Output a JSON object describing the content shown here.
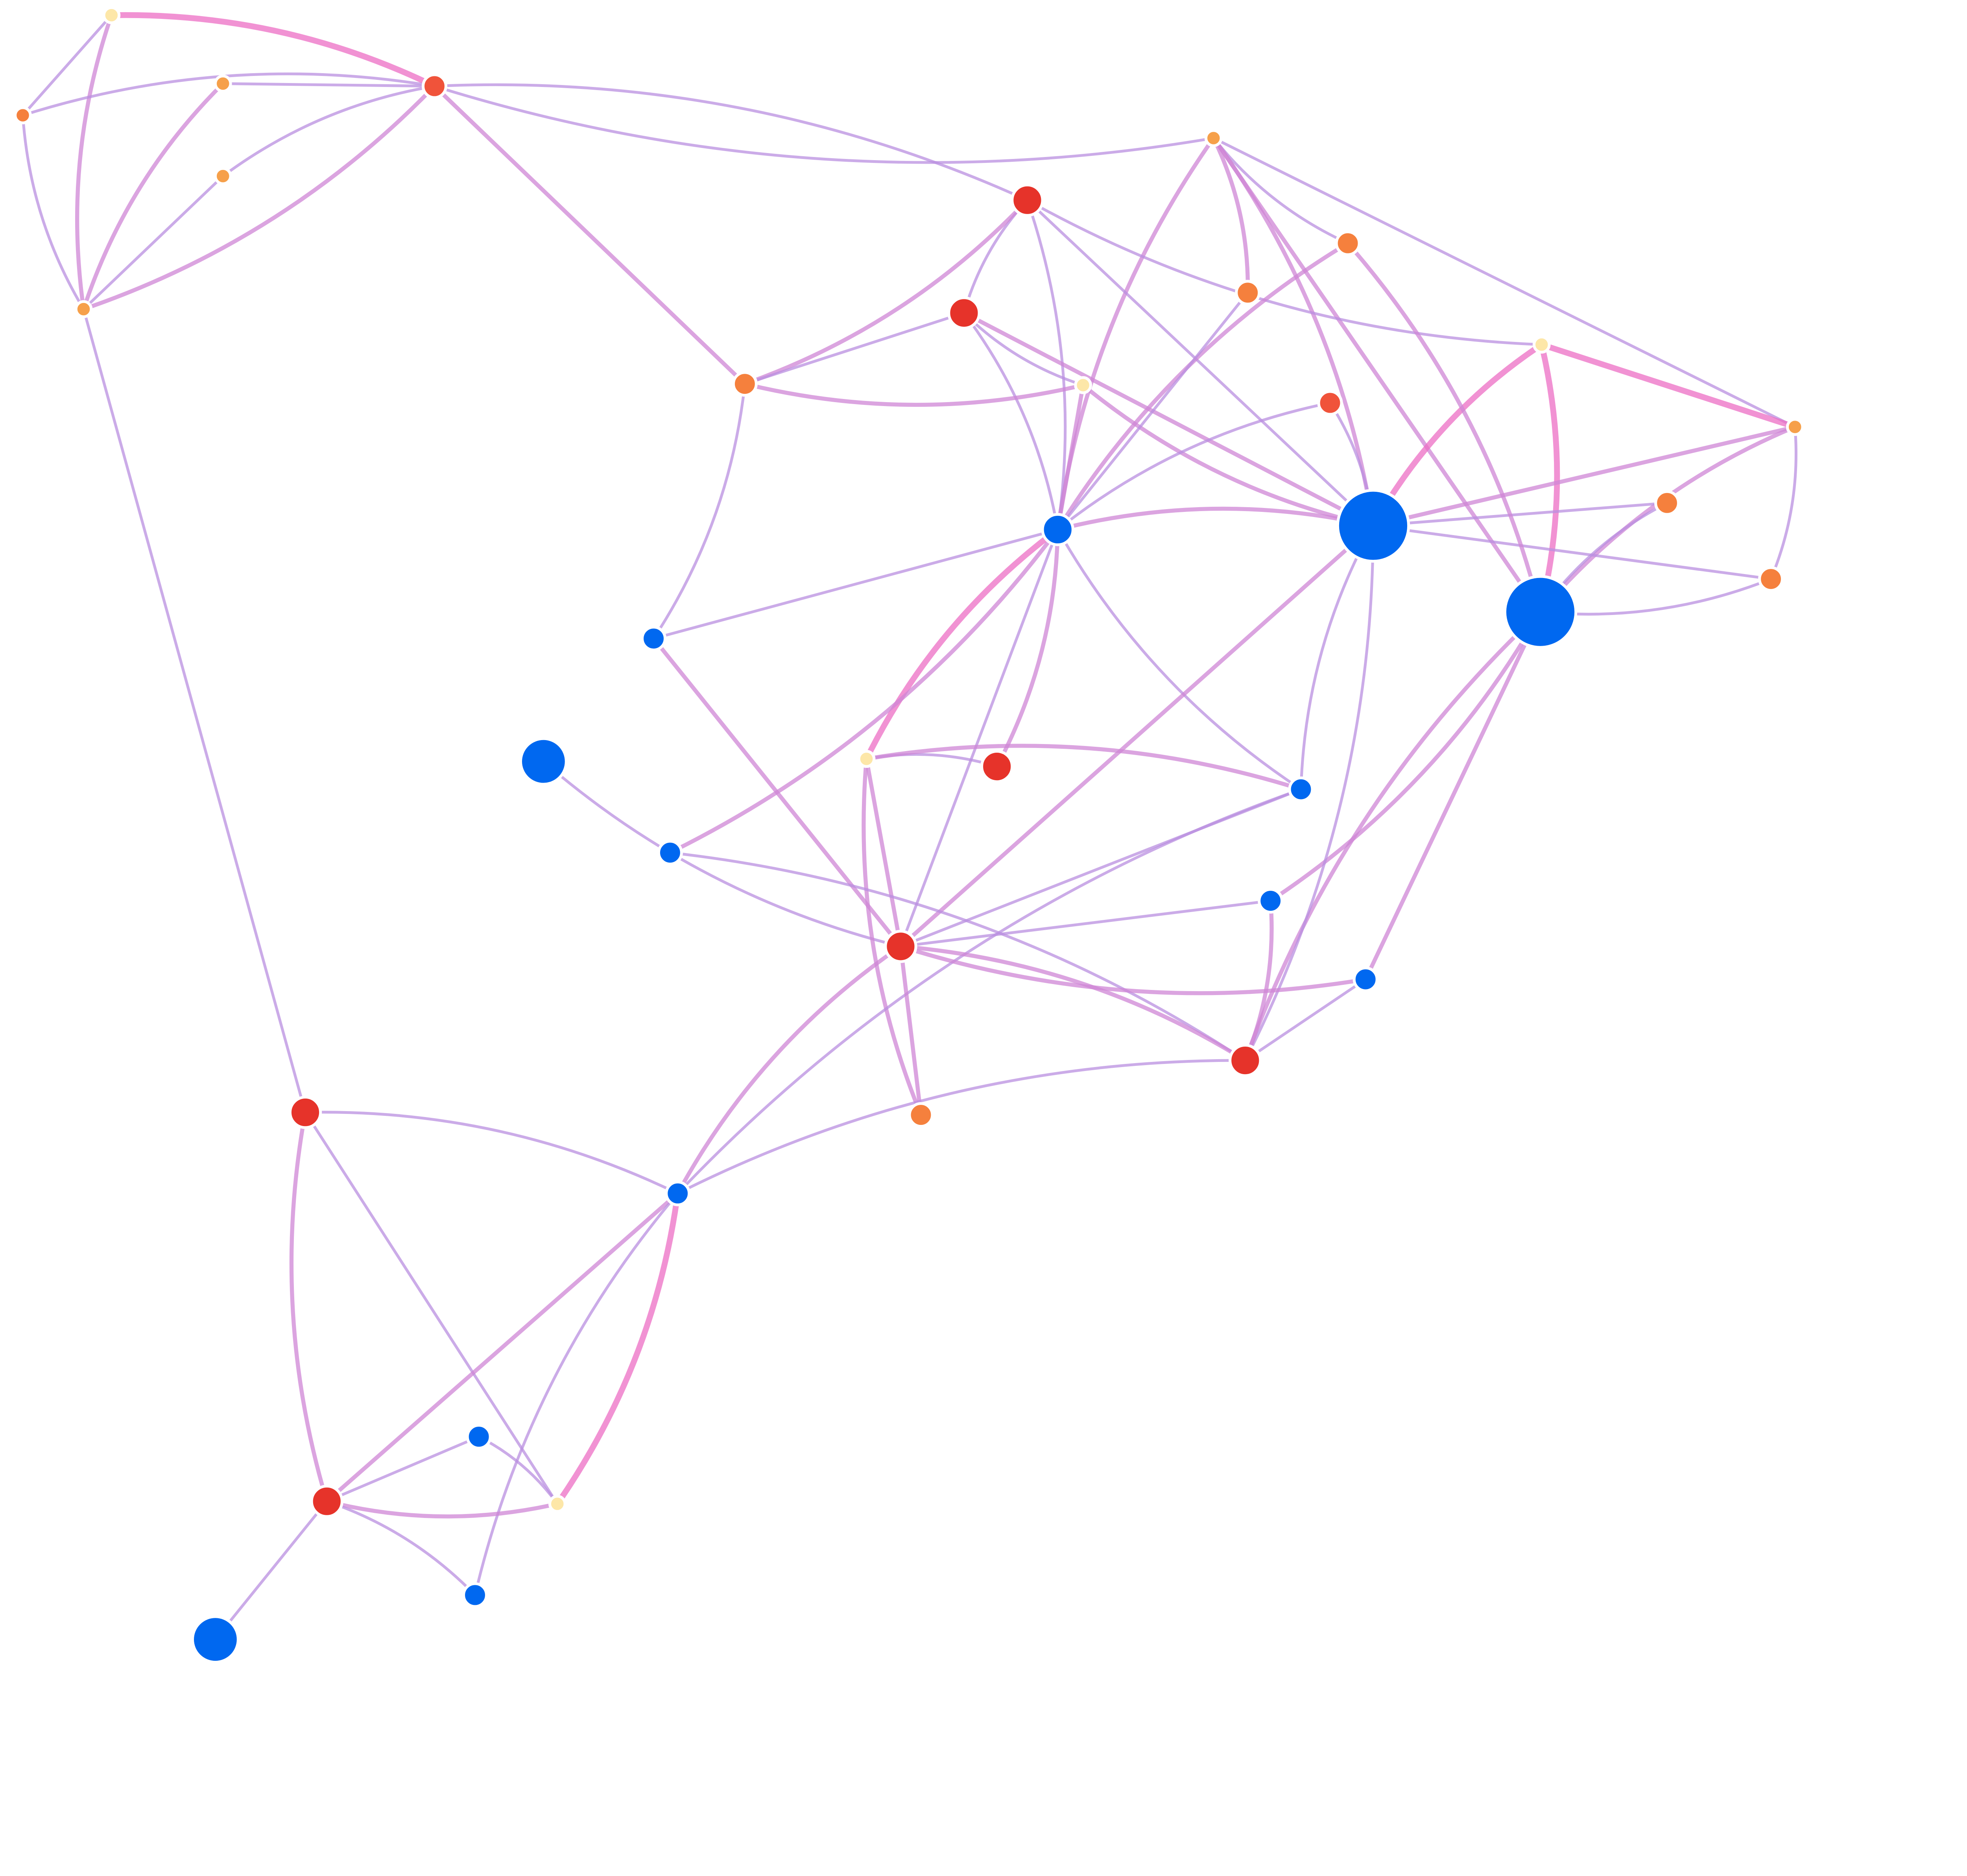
{
  "graph": {
    "legend": null,
    "colors": {
      "edge_thin": "#b98fe0",
      "edge_mid": "#cf86d6",
      "edge_strong": "#ec6ec4",
      "node_blue": "#0068f0",
      "node_red": "#e6332a",
      "node_orange_red": "#f0533a",
      "node_orange": "#f5803d",
      "node_amber": "#f6a04a",
      "node_cream": "#fde7a8",
      "node_outline": "#ffffff"
    },
    "node_kinds": [
      "hub",
      "source"
    ],
    "nodes": [
      {
        "id": "n1",
        "kind": "source",
        "tone": "node_cream",
        "weight": 1
      },
      {
        "id": "n2",
        "kind": "source",
        "tone": "node_amber",
        "weight": 1
      },
      {
        "id": "n3",
        "kind": "source",
        "tone": "node_orange",
        "weight": 1
      },
      {
        "id": "n4",
        "kind": "source",
        "tone": "node_amber",
        "weight": 1
      },
      {
        "id": "n5",
        "kind": "source",
        "tone": "node_amber",
        "weight": 1
      },
      {
        "id": "n6",
        "kind": "source",
        "tone": "node_orange_red",
        "weight": 2
      },
      {
        "id": "n7",
        "kind": "source",
        "tone": "node_amber",
        "weight": 1
      },
      {
        "id": "n8",
        "kind": "source",
        "tone": "node_red",
        "weight": 3
      },
      {
        "id": "n9",
        "kind": "source",
        "tone": "node_orange",
        "weight": 2
      },
      {
        "id": "n10",
        "kind": "source",
        "tone": "node_orange",
        "weight": 2
      },
      {
        "id": "n11",
        "kind": "source",
        "tone": "node_red",
        "weight": 3
      },
      {
        "id": "n12",
        "kind": "source",
        "tone": "node_orange",
        "weight": 2
      },
      {
        "id": "n13",
        "kind": "source",
        "tone": "node_cream",
        "weight": 1
      },
      {
        "id": "n14",
        "kind": "source",
        "tone": "node_orange_red",
        "weight": 2
      },
      {
        "id": "n15",
        "kind": "source",
        "tone": "node_cream",
        "weight": 1
      },
      {
        "id": "n16",
        "kind": "source",
        "tone": "node_amber",
        "weight": 1
      },
      {
        "id": "n17",
        "kind": "source",
        "tone": "node_orange",
        "weight": 2
      },
      {
        "id": "n18",
        "kind": "source",
        "tone": "node_orange",
        "weight": 2
      },
      {
        "id": "n19",
        "kind": "hub",
        "tone": "node_blue",
        "weight": 3
      },
      {
        "id": "n20",
        "kind": "hub",
        "tone": "node_blue",
        "weight": 5
      },
      {
        "id": "n21",
        "kind": "hub",
        "tone": "node_blue",
        "weight": 5
      },
      {
        "id": "n22",
        "kind": "hub",
        "tone": "node_blue",
        "weight": 2
      },
      {
        "id": "n23",
        "kind": "hub",
        "tone": "node_blue",
        "weight": 4
      },
      {
        "id": "n24",
        "kind": "source",
        "tone": "node_cream",
        "weight": 1
      },
      {
        "id": "n25",
        "kind": "source",
        "tone": "node_red",
        "weight": 3
      },
      {
        "id": "n26",
        "kind": "hub",
        "tone": "node_blue",
        "weight": 2
      },
      {
        "id": "n27",
        "kind": "hub",
        "tone": "node_blue",
        "weight": 2
      },
      {
        "id": "n28",
        "kind": "source",
        "tone": "node_red",
        "weight": 3
      },
      {
        "id": "n29",
        "kind": "hub",
        "tone": "node_blue",
        "weight": 2
      },
      {
        "id": "n30",
        "kind": "hub",
        "tone": "node_blue",
        "weight": 2
      },
      {
        "id": "n31",
        "kind": "source",
        "tone": "node_red",
        "weight": 3
      },
      {
        "id": "n32",
        "kind": "source",
        "tone": "node_orange",
        "weight": 2
      },
      {
        "id": "n33",
        "kind": "source",
        "tone": "node_red",
        "weight": 3
      },
      {
        "id": "n34",
        "kind": "hub",
        "tone": "node_blue",
        "weight": 2
      },
      {
        "id": "n35",
        "kind": "hub",
        "tone": "node_blue",
        "weight": 2
      },
      {
        "id": "n36",
        "kind": "source",
        "tone": "node_cream",
        "weight": 1
      },
      {
        "id": "n37",
        "kind": "source",
        "tone": "node_red",
        "weight": 3
      },
      {
        "id": "n38",
        "kind": "hub",
        "tone": "node_blue",
        "weight": 2
      },
      {
        "id": "n39",
        "kind": "hub",
        "tone": "node_blue",
        "weight": 4
      }
    ],
    "edges": [
      [
        "n1",
        "n6",
        3
      ],
      [
        "n1",
        "n3",
        1
      ],
      [
        "n1",
        "n5",
        2
      ],
      [
        "n3",
        "n6",
        1
      ],
      [
        "n2",
        "n6",
        1
      ],
      [
        "n2",
        "n5",
        2
      ],
      [
        "n4",
        "n6",
        1
      ],
      [
        "n4",
        "n5",
        1
      ],
      [
        "n3",
        "n5",
        1
      ],
      [
        "n6",
        "n5",
        2
      ],
      [
        "n5",
        "n33",
        1
      ],
      [
        "n6",
        "n7",
        1
      ],
      [
        "n6",
        "n8",
        1
      ],
      [
        "n6",
        "n12",
        2
      ],
      [
        "n7",
        "n9",
        1
      ],
      [
        "n7",
        "n10",
        2
      ],
      [
        "n7",
        "n16",
        1
      ],
      [
        "n7",
        "n19",
        2
      ],
      [
        "n7",
        "n20",
        2
      ],
      [
        "n7",
        "n21",
        2
      ],
      [
        "n8",
        "n11",
        1
      ],
      [
        "n8",
        "n19",
        1
      ],
      [
        "n8",
        "n20",
        1
      ],
      [
        "n8",
        "n15",
        1
      ],
      [
        "n8",
        "n12",
        2
      ],
      [
        "n11",
        "n12",
        1
      ],
      [
        "n11",
        "n13",
        1
      ],
      [
        "n11",
        "n19",
        1
      ],
      [
        "n11",
        "n20",
        2
      ],
      [
        "n12",
        "n13",
        2
      ],
      [
        "n12",
        "n22",
        1
      ],
      [
        "n13",
        "n19",
        2
      ],
      [
        "n13",
        "n20",
        2
      ],
      [
        "n19",
        "n20",
        2
      ],
      [
        "n15",
        "n16",
        3
      ],
      [
        "n15",
        "n20",
        3
      ],
      [
        "n15",
        "n21",
        3
      ],
      [
        "n16",
        "n20",
        2
      ],
      [
        "n16",
        "n21",
        2
      ],
      [
        "n16",
        "n18",
        1
      ],
      [
        "n17",
        "n20",
        1
      ],
      [
        "n17",
        "n21",
        1
      ],
      [
        "n18",
        "n21",
        1
      ],
      [
        "n18",
        "n20",
        1
      ],
      [
        "n9",
        "n19",
        2
      ],
      [
        "n9",
        "n21",
        2
      ],
      [
        "n10",
        "n19",
        1
      ],
      [
        "n14",
        "n19",
        1
      ],
      [
        "n14",
        "n20",
        1
      ],
      [
        "n19",
        "n22",
        1
      ],
      [
        "n19",
        "n24",
        3
      ],
      [
        "n19",
        "n25",
        2
      ],
      [
        "n19",
        "n28",
        1
      ],
      [
        "n19",
        "n26",
        1
      ],
      [
        "n19",
        "n27",
        2
      ],
      [
        "n20",
        "n28",
        2
      ],
      [
        "n20",
        "n26",
        1
      ],
      [
        "n21",
        "n29",
        2
      ],
      [
        "n21",
        "n30",
        2
      ],
      [
        "n21",
        "n31",
        2
      ],
      [
        "n20",
        "n31",
        1
      ],
      [
        "n22",
        "n28",
        2
      ],
      [
        "n23",
        "n28",
        1
      ],
      [
        "n24",
        "n25",
        1
      ],
      [
        "n24",
        "n28",
        2
      ],
      [
        "n24",
        "n32",
        2
      ],
      [
        "n24",
        "n26",
        2
      ],
      [
        "n26",
        "n28",
        1
      ],
      [
        "n26",
        "n34",
        1
      ],
      [
        "n27",
        "n31",
        1
      ],
      [
        "n28",
        "n29",
        1
      ],
      [
        "n28",
        "n30",
        2
      ],
      [
        "n28",
        "n31",
        2
      ],
      [
        "n28",
        "n32",
        2
      ],
      [
        "n28",
        "n34",
        2
      ],
      [
        "n29",
        "n31",
        2
      ],
      [
        "n30",
        "n31",
        1
      ],
      [
        "n31",
        "n34",
        1
      ],
      [
        "n33",
        "n34",
        1
      ],
      [
        "n33",
        "n36",
        1
      ],
      [
        "n33",
        "n37",
        2
      ],
      [
        "n34",
        "n36",
        3
      ],
      [
        "n34",
        "n37",
        2
      ],
      [
        "n34",
        "n38",
        1
      ],
      [
        "n35",
        "n36",
        1
      ],
      [
        "n35",
        "n37",
        1
      ],
      [
        "n37",
        "n36",
        2
      ],
      [
        "n37",
        "n38",
        1
      ],
      [
        "n37",
        "n39",
        1
      ]
    ]
  }
}
